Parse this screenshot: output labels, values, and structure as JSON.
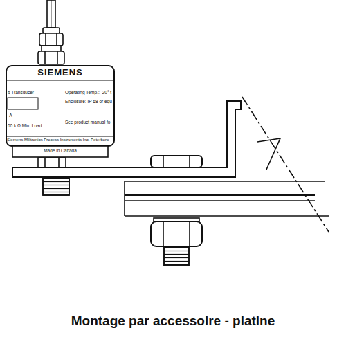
{
  "diagram": {
    "caption": "Montage par accessoire - platine",
    "nodes": [
      {
        "text": [
          "SIEMENS",
          "b Transducer",
          "-A",
          "00 k Ω Min. Load",
          "Operating Temp.: -20° t",
          "Enclosure: IP 68 or equ",
          "See product manual fo",
          "Siemens Milltronics Process Instruments Inc. Peterboro",
          "Made in Canada"
        ]
      }
    ]
  }
}
